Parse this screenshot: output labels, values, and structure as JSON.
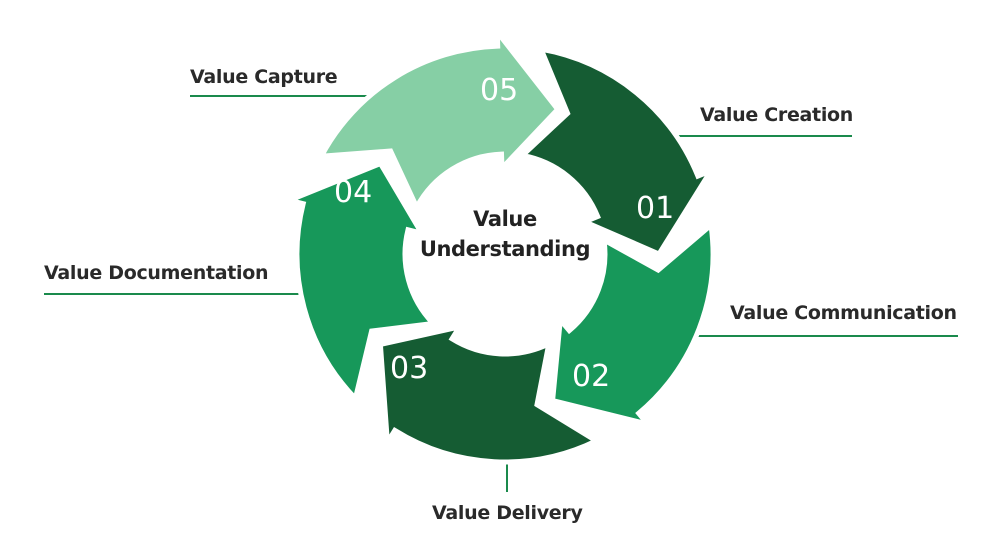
{
  "center": {
    "line1": "Value",
    "line2": "Understanding"
  },
  "stages": [
    {
      "number": "01",
      "label": "Value Creation",
      "color": "#155c33"
    },
    {
      "number": "02",
      "label": "Value Communication",
      "color": "#17985a"
    },
    {
      "number": "03",
      "label": "Value Delivery",
      "color": "#155c33"
    },
    {
      "number": "04",
      "label": "Value Documentation",
      "color": "#17985a"
    },
    {
      "number": "05",
      "label": "Value Capture",
      "color": "#86cfa5"
    }
  ],
  "colors": {
    "leader_line": "#1a8a4c",
    "outline": "#ffffff"
  }
}
